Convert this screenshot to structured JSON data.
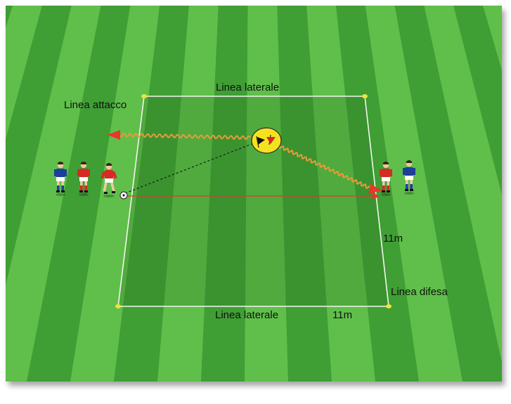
{
  "labels": {
    "top_sideline": "Linea laterale",
    "bottom_sideline": "Linea laterale",
    "attack_line": "Linea attacco",
    "defense_line": "Linea difesa",
    "side_length": "11m",
    "bottom_length": "11m"
  },
  "colors": {
    "grass_light": "#5fbf4a",
    "grass_dark": "#3f9e34",
    "zone_shade": "#2f7a25",
    "line": "#f4f4ef",
    "cone": "#f2e23a",
    "arrow_red": "#e8372b",
    "dribble_orange": "#e89b3a",
    "coach_disc": "#f5e21f",
    "team_red": "#d62a22",
    "team_blue": "#1d3f9a"
  },
  "players": [
    {
      "side": "left",
      "team": "blue",
      "role": "waiting"
    },
    {
      "side": "left",
      "team": "red",
      "role": "waiting"
    },
    {
      "side": "left",
      "team": "red",
      "role": "with-ball"
    },
    {
      "side": "right",
      "team": "red",
      "role": "waiting"
    },
    {
      "side": "right",
      "team": "blue",
      "role": "waiting"
    }
  ],
  "elements": {
    "coach_symbol": "coach-flags-icon",
    "ball": "soccer-ball-icon"
  }
}
